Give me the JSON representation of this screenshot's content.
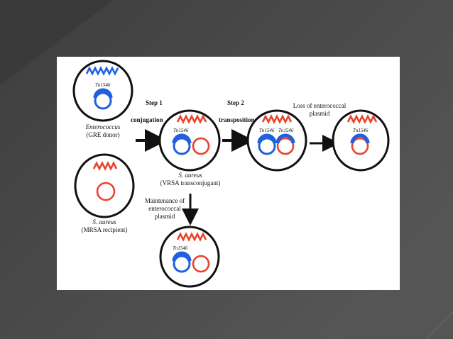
{
  "colors": {
    "background": "#474747",
    "panel": "#ffffff",
    "blue": "#1f5fe0",
    "red": "#e8432a",
    "black": "#111111"
  },
  "diagram": {
    "donor": {
      "species": "Enterococcus",
      "strain": "(GRE donor)",
      "transposon": "Tn1546"
    },
    "recipient": {
      "species": "S. aureus",
      "strain": "(MRSA recipient)"
    },
    "step1": {
      "title": "Step 1",
      "subtitle": "conjugation"
    },
    "step2": {
      "title": "Step 2",
      "subtitle": "transposition"
    },
    "transconjugant": {
      "species": "S. aureus",
      "strain": "(VRSA transconjugant)",
      "transposon": "Tn1546"
    },
    "after_transposition": {
      "transposon_left": "Tn1546",
      "transposon_right": "Tn1546"
    },
    "loss": {
      "line1": "Loss of enterococcal",
      "line2": "plasmid",
      "transposon": "Tn1546"
    },
    "maintenance": {
      "line1": "Maintenance of",
      "line2": "enterococcal",
      "line3": "plasmid",
      "transposon": "Tn1546"
    }
  }
}
